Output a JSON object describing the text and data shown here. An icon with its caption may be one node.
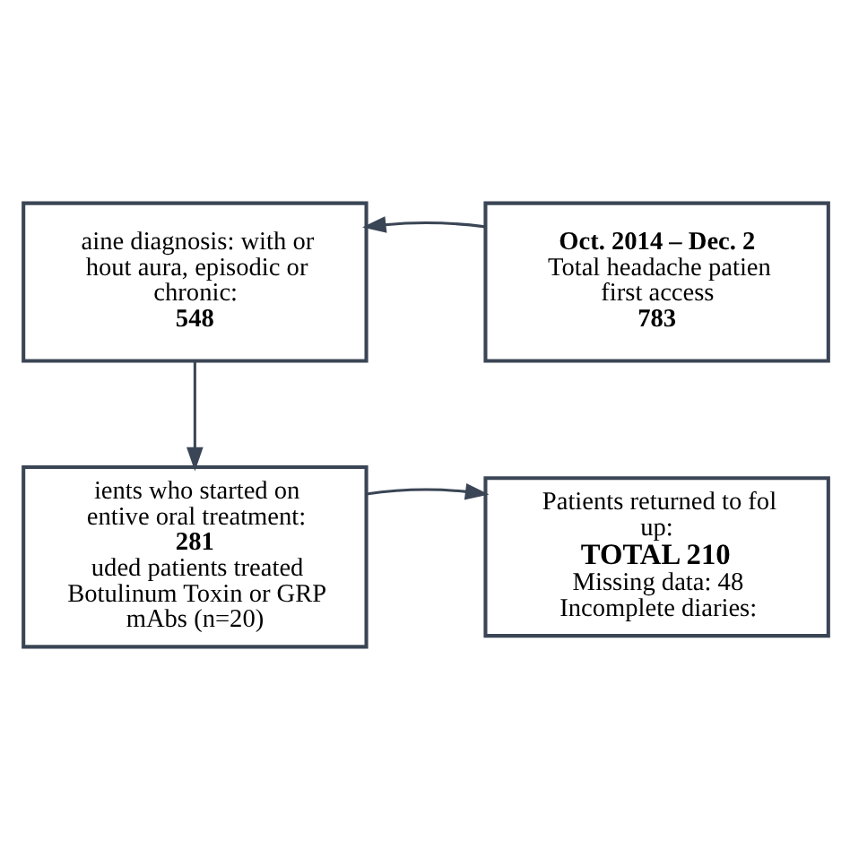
{
  "diagram": {
    "nodes": [
      {
        "text": [
          "aine diagnosis: with or hout aura, episodic or chronic:",
          "548"
        ]
      },
      {
        "text": [
          "Oct. 2014 – Dec. 2",
          "Total headache patien first access",
          "783"
        ]
      },
      {
        "text": [
          "ients who started on entive oral treatment:",
          "281",
          "uded patients treated Botulinum Toxin or GRP mAbs (n=20)"
        ]
      },
      {
        "text": [
          "Patients returned to fol up:",
          "TOTAL 210",
          "Missing data: 48",
          "Incomplete diaries:"
        ]
      }
    ],
    "edges": [
      {
        "from": 1,
        "to": 0,
        "arrow": "to"
      },
      {
        "from": 0,
        "to": 2,
        "arrow": "to"
      },
      {
        "from": 2,
        "to": 3,
        "arrow": "to"
      }
    ]
  }
}
